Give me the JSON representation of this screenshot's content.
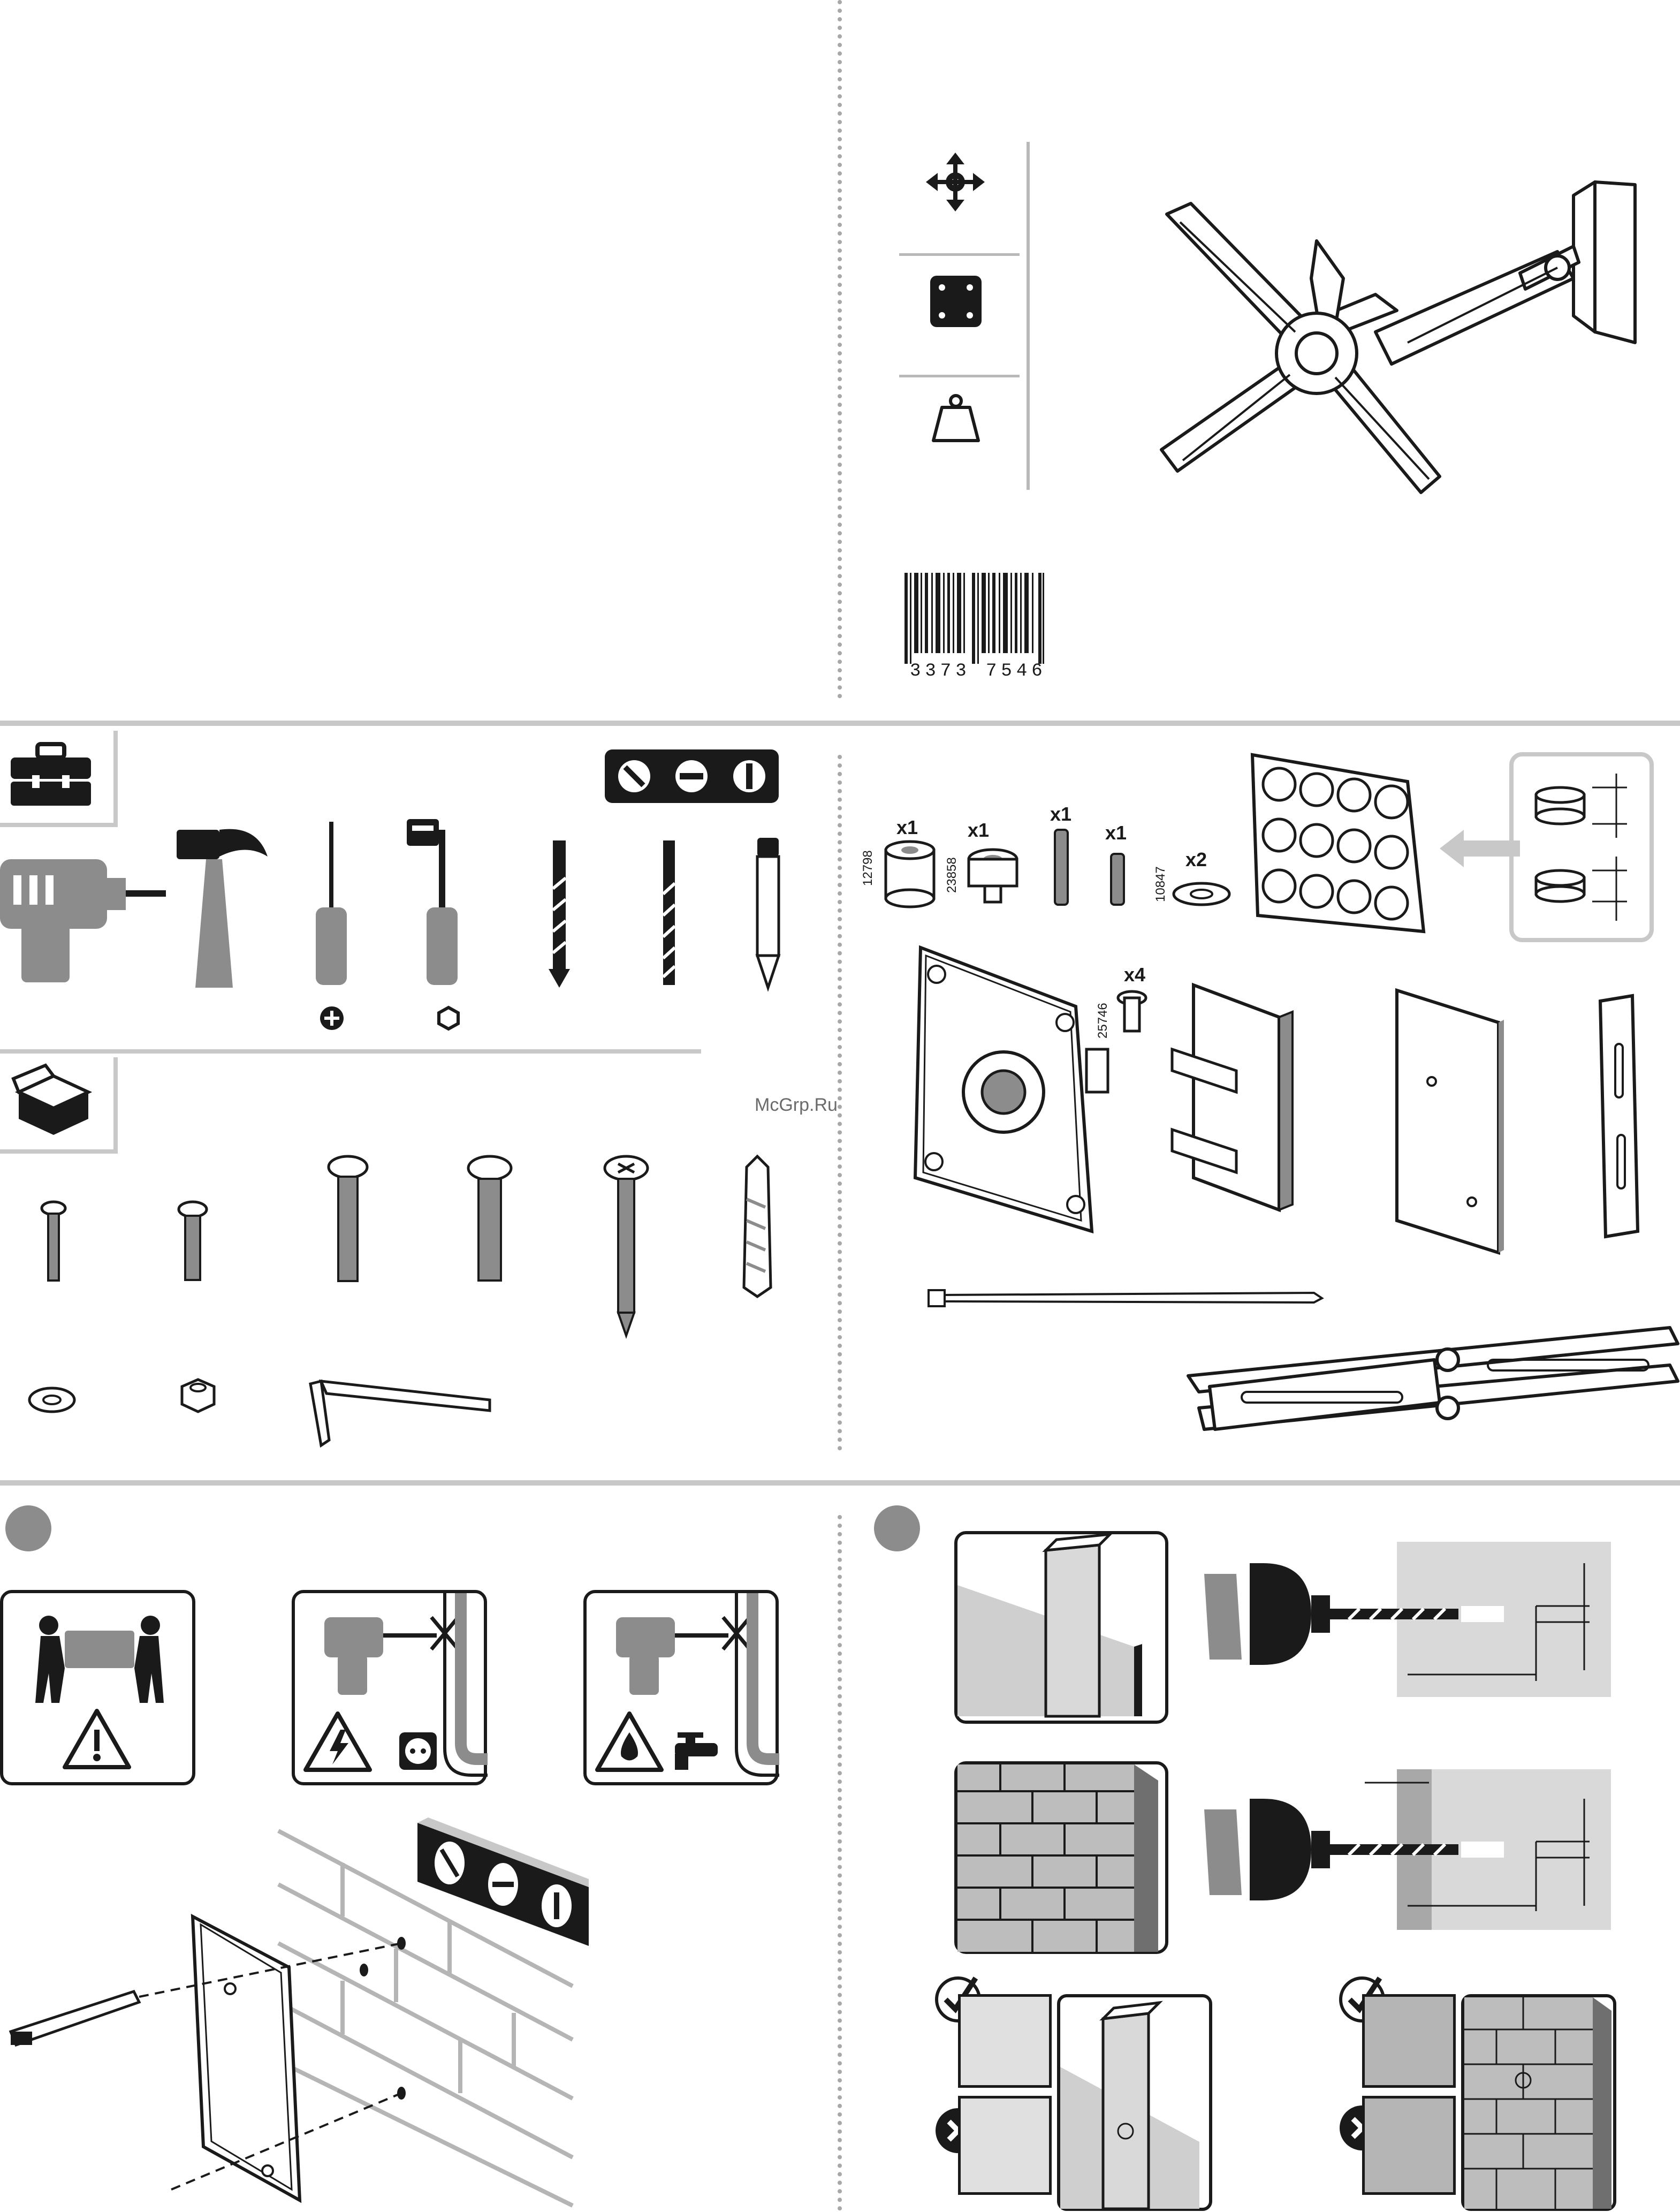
{
  "watermark": "McGrp.Ru",
  "barcode": {
    "digits": "3373 7546"
  },
  "parts": {
    "qty_spacer_large": "x1",
    "qty_spacer_small": "x1",
    "qty_threaded_rod_long": "x1",
    "qty_threaded_rod_short": "x1",
    "qty_washer": "x2",
    "qty_cap_screw": "x4",
    "code_spacer_large": "12798",
    "code_spacer_small": "23858",
    "code_washer": "10847",
    "code_cap_screw": "25746"
  },
  "icons": {
    "movement": "four-way-arrows-icon",
    "vesa": "vesa-plate-icon",
    "weight": "weight-icon",
    "toolbox": "toolbox-icon",
    "package": "open-box-icon",
    "spirit_level": "spirit-level-icon",
    "phillips": "phillips-head-icon",
    "hex": "hex-head-icon",
    "check": "check-icon",
    "cross": "cross-icon"
  },
  "colors": {
    "dark": "#1a1a1a",
    "mid_gray": "#8c8c8c",
    "light_gray": "#d9d9d9",
    "rule_gray": "#c8c8c8"
  }
}
